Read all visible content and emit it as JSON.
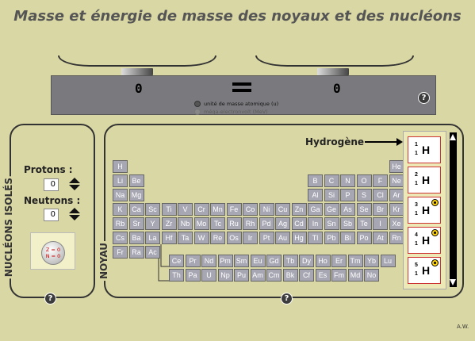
{
  "title": "Masse et énergie de masse des noyaux et des nucléons",
  "balance": {
    "left_value": "0",
    "right_value": "0",
    "equals_sign": "=",
    "units": [
      {
        "label": "unité de masse atomique (u)",
        "selected": true
      },
      {
        "label": "méga-electronvolt (MeV)",
        "selected": false
      }
    ]
  },
  "help": "?",
  "nucleons": {
    "section_label": "NUCLÉONS ISOLÉS",
    "protons_label": "Protons :",
    "protons_value": "0",
    "neutrons_label": "Neutrons :",
    "neutrons_value": "0",
    "z_label": "Z = 0",
    "n_label": "N = 0"
  },
  "noyau": {
    "section_label": "NOYAU",
    "selected_element": "Hydrogène"
  },
  "elements": {
    "r1": [
      "H",
      "He"
    ],
    "r2": [
      "Li",
      "Be",
      "B",
      "C",
      "N",
      "O",
      "F",
      "Ne"
    ],
    "r3": [
      "Na",
      "Mg",
      "Al",
      "Si",
      "P",
      "S",
      "Cl",
      "Ar"
    ],
    "r4": [
      "K",
      "Ca",
      "Sc",
      "Ti",
      "V",
      "Cr",
      "Mn",
      "Fe",
      "Co",
      "Ni",
      "Cu",
      "Zn",
      "Ga",
      "Ge",
      "As",
      "Se",
      "Br",
      "Kr"
    ],
    "r5": [
      "Rb",
      "Sr",
      "Y",
      "Zr",
      "Nb",
      "Mo",
      "Tc",
      "Ru",
      "Rh",
      "Pd",
      "Ag",
      "Cd",
      "In",
      "Sn",
      "Sb",
      "Te",
      "I",
      "Xe"
    ],
    "r6": [
      "Cs",
      "Ba",
      "La",
      "Hf",
      "Ta",
      "W",
      "Re",
      "Os",
      "Ir",
      "Pt",
      "Au",
      "Hg",
      "Tl",
      "Pb",
      "Bi",
      "Po",
      "At",
      "Rn"
    ],
    "r7": [
      "Fr",
      "Ra",
      "Ac"
    ],
    "lan": [
      "Ce",
      "Pr",
      "Nd",
      "Pm",
      "Sm",
      "Eu",
      "Gd",
      "Tb",
      "Dy",
      "Ho",
      "Er",
      "Tm",
      "Yb",
      "Lu"
    ],
    "act": [
      "Th",
      "Pa",
      "U",
      "Np",
      "Pu",
      "Am",
      "Cm",
      "Bk",
      "Cf",
      "Es",
      "Fm",
      "Md",
      "No"
    ]
  },
  "isotopes": [
    {
      "a": "1",
      "z": "1",
      "symbol": "H",
      "radioactive": false
    },
    {
      "a": "2",
      "z": "1",
      "symbol": "H",
      "radioactive": false
    },
    {
      "a": "3",
      "z": "1",
      "symbol": "H",
      "radioactive": true
    },
    {
      "a": "4",
      "z": "1",
      "symbol": "H",
      "radioactive": true
    },
    {
      "a": "5",
      "z": "1",
      "symbol": "H",
      "radioactive": true
    }
  ],
  "author": "A.W."
}
